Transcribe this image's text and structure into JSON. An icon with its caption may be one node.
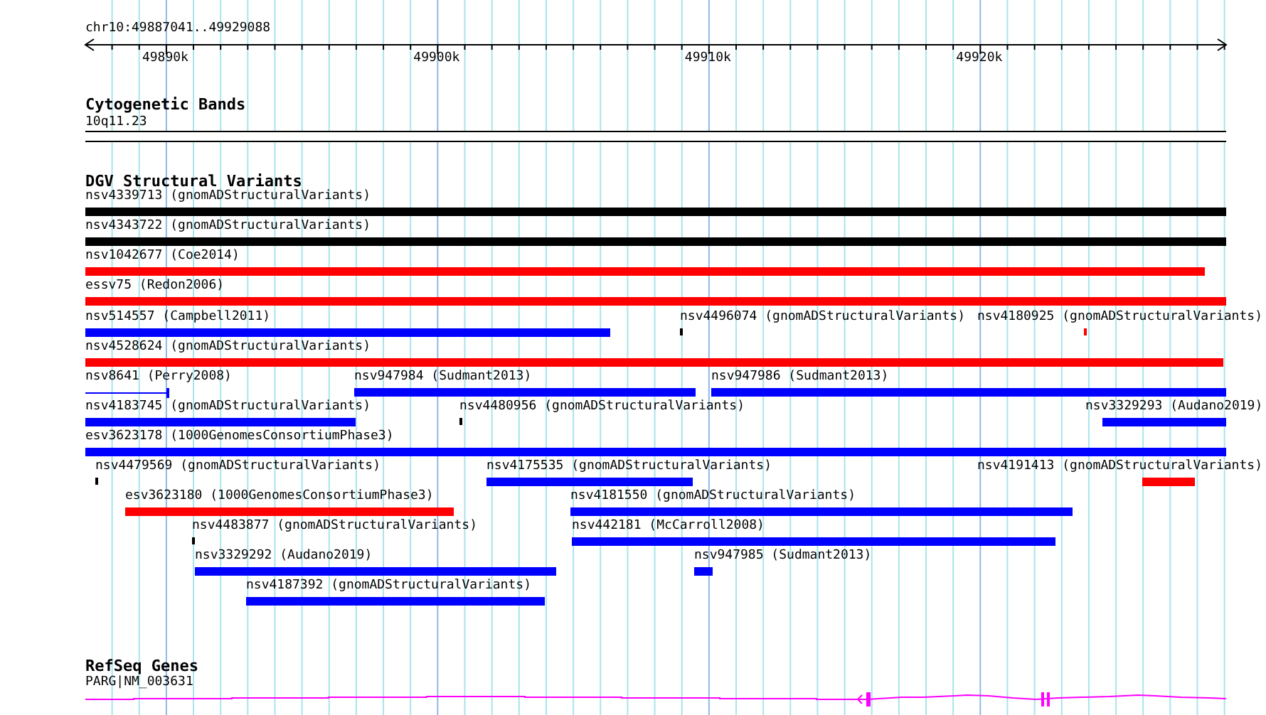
{
  "diagram": {
    "nodes": [
      {
        "text": [
          "Cytogenetic Bands"
        ]
      },
      {
        "text": [
          "10q11.23"
        ],
        "in": 0
      },
      {
        "text": [
          "DGV Structural Variants"
        ]
      },
      {
        "text": [
          "nsv4339713 (gnomADStructuralVariants)"
        ],
        "in": 2
      },
      {
        "text": [
          "nsv4343722 (gnomADStructuralVariants)"
        ],
        "in": 2
      },
      {
        "text": [
          "nsv1042677 (Coe2014)"
        ],
        "in": 2
      },
      {
        "text": [
          "essv75 (Redon2006)"
        ],
        "in": 2
      },
      {
        "text": [
          "nsv514557 (Campbell2011)"
        ],
        "in": 2
      },
      {
        "text": [
          "nsv4496074 (gnomADStructuralVariants)"
        ],
        "in": 2
      },
      {
        "text": [
          "nsv4180925 (gnomADStructuralVariants)"
        ],
        "in": 2
      },
      {
        "text": [
          "nsv4528624 (gnomADStructuralVariants)"
        ],
        "in": 2
      },
      {
        "text": [
          "nsv8641 (Perry2008)"
        ],
        "in": 2
      },
      {
        "text": [
          "nsv947984 (Sudmant2013)"
        ],
        "in": 2
      },
      {
        "text": [
          "nsv947986 (Sudmant2013)"
        ],
        "in": 2
      },
      {
        "text": [
          "nsv4183745 (gnomADStructuralVariants)"
        ],
        "in": 2
      },
      {
        "text": [
          "nsv4480956 (gnomADStructuralVariants)"
        ],
        "in": 2
      },
      {
        "text": [
          "nsv3329293 (Audano2019)"
        ],
        "in": 2
      },
      {
        "text": [
          "esv3623178 (1000GenomesConsortiumPhase3)"
        ],
        "in": 2
      },
      {
        "text": [
          "nsv4479569 (gnomADStructuralVariants)"
        ],
        "in": 2
      },
      {
        "text": [
          "nsv4175535 (gnomADStructuralVariants)"
        ],
        "in": 2
      },
      {
        "text": [
          "nsv4191413 (gnomADStructuralVariants)"
        ],
        "in": 2
      },
      {
        "text": [
          "esv3623180 (1000GenomesConsortiumPhase3)"
        ],
        "in": 2
      },
      {
        "text": [
          "nsv4181550 (gnomADStructuralVariants)"
        ],
        "in": 2
      },
      {
        "text": [
          "nsv4483877 (gnomADStructuralVariants)"
        ],
        "in": 2
      },
      {
        "text": [
          "nsv442181 (McCarroll2008)"
        ],
        "in": 2
      },
      {
        "text": [
          "nsv3329292 (Audano2019)"
        ],
        "in": 2
      },
      {
        "text": [
          "nsv947985 (Sudmant2013)"
        ],
        "in": 2
      },
      {
        "text": [
          "nsv4187392 (gnomADStructuralVariants)"
        ],
        "in": 2
      },
      {
        "text": [
          "RefSeq Genes"
        ]
      },
      {
        "text": [
          "PARG|NM_003631"
        ],
        "in": 28
      }
    ],
    "labels": [
      "chr10:49887041..49929088",
      "49890k",
      "49900k",
      "49910k",
      "49920k"
    ]
  }
}
